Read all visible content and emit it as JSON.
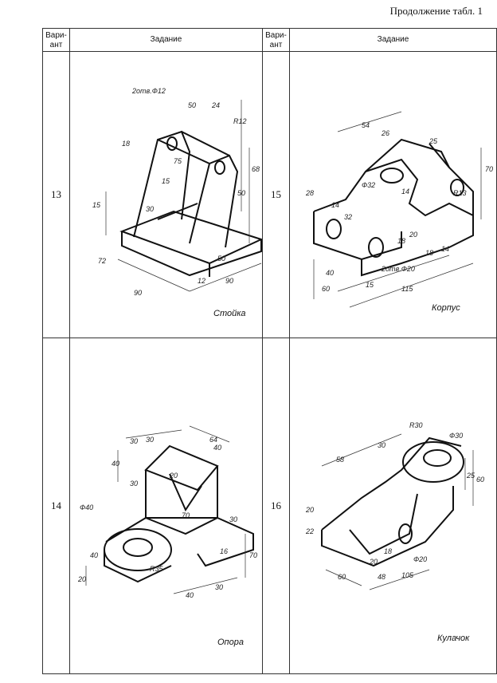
{
  "continuation": "Продолжение табл. 1",
  "header": {
    "variant_col": [
      "Вари-",
      "ант"
    ],
    "task_col": "Задание"
  },
  "variants": [
    {
      "number": "13",
      "caption": "Стойка",
      "dims": [
        "2отв.Ф12",
        "50",
        "24",
        "R12",
        "18",
        "75",
        "15",
        "15",
        "30",
        "50",
        "68",
        "72",
        "50",
        "90",
        "12",
        "90"
      ]
    },
    {
      "number": "15",
      "caption": "Корпус",
      "dims": [
        "54",
        "26",
        "25",
        "Ф32",
        "28",
        "14",
        "32",
        "70",
        "R13",
        "14",
        "40",
        "18",
        "20",
        "2отв.Ф20",
        "18",
        "14",
        "60",
        "15",
        "115"
      ]
    },
    {
      "number": "14",
      "caption": "Опора",
      "dims": [
        "30",
        "30",
        "64",
        "40",
        "40",
        "30",
        "20",
        "Ф40",
        "70",
        "30",
        "40",
        "R35",
        "16",
        "20",
        "40",
        "30",
        "70"
      ]
    },
    {
      "number": "16",
      "caption": "Кулачок",
      "dims": [
        "R30",
        "Ф30",
        "30",
        "58",
        "25",
        "60",
        "20",
        "22",
        "20",
        "18",
        "Ф20",
        "60",
        "48",
        "105"
      ]
    }
  ]
}
